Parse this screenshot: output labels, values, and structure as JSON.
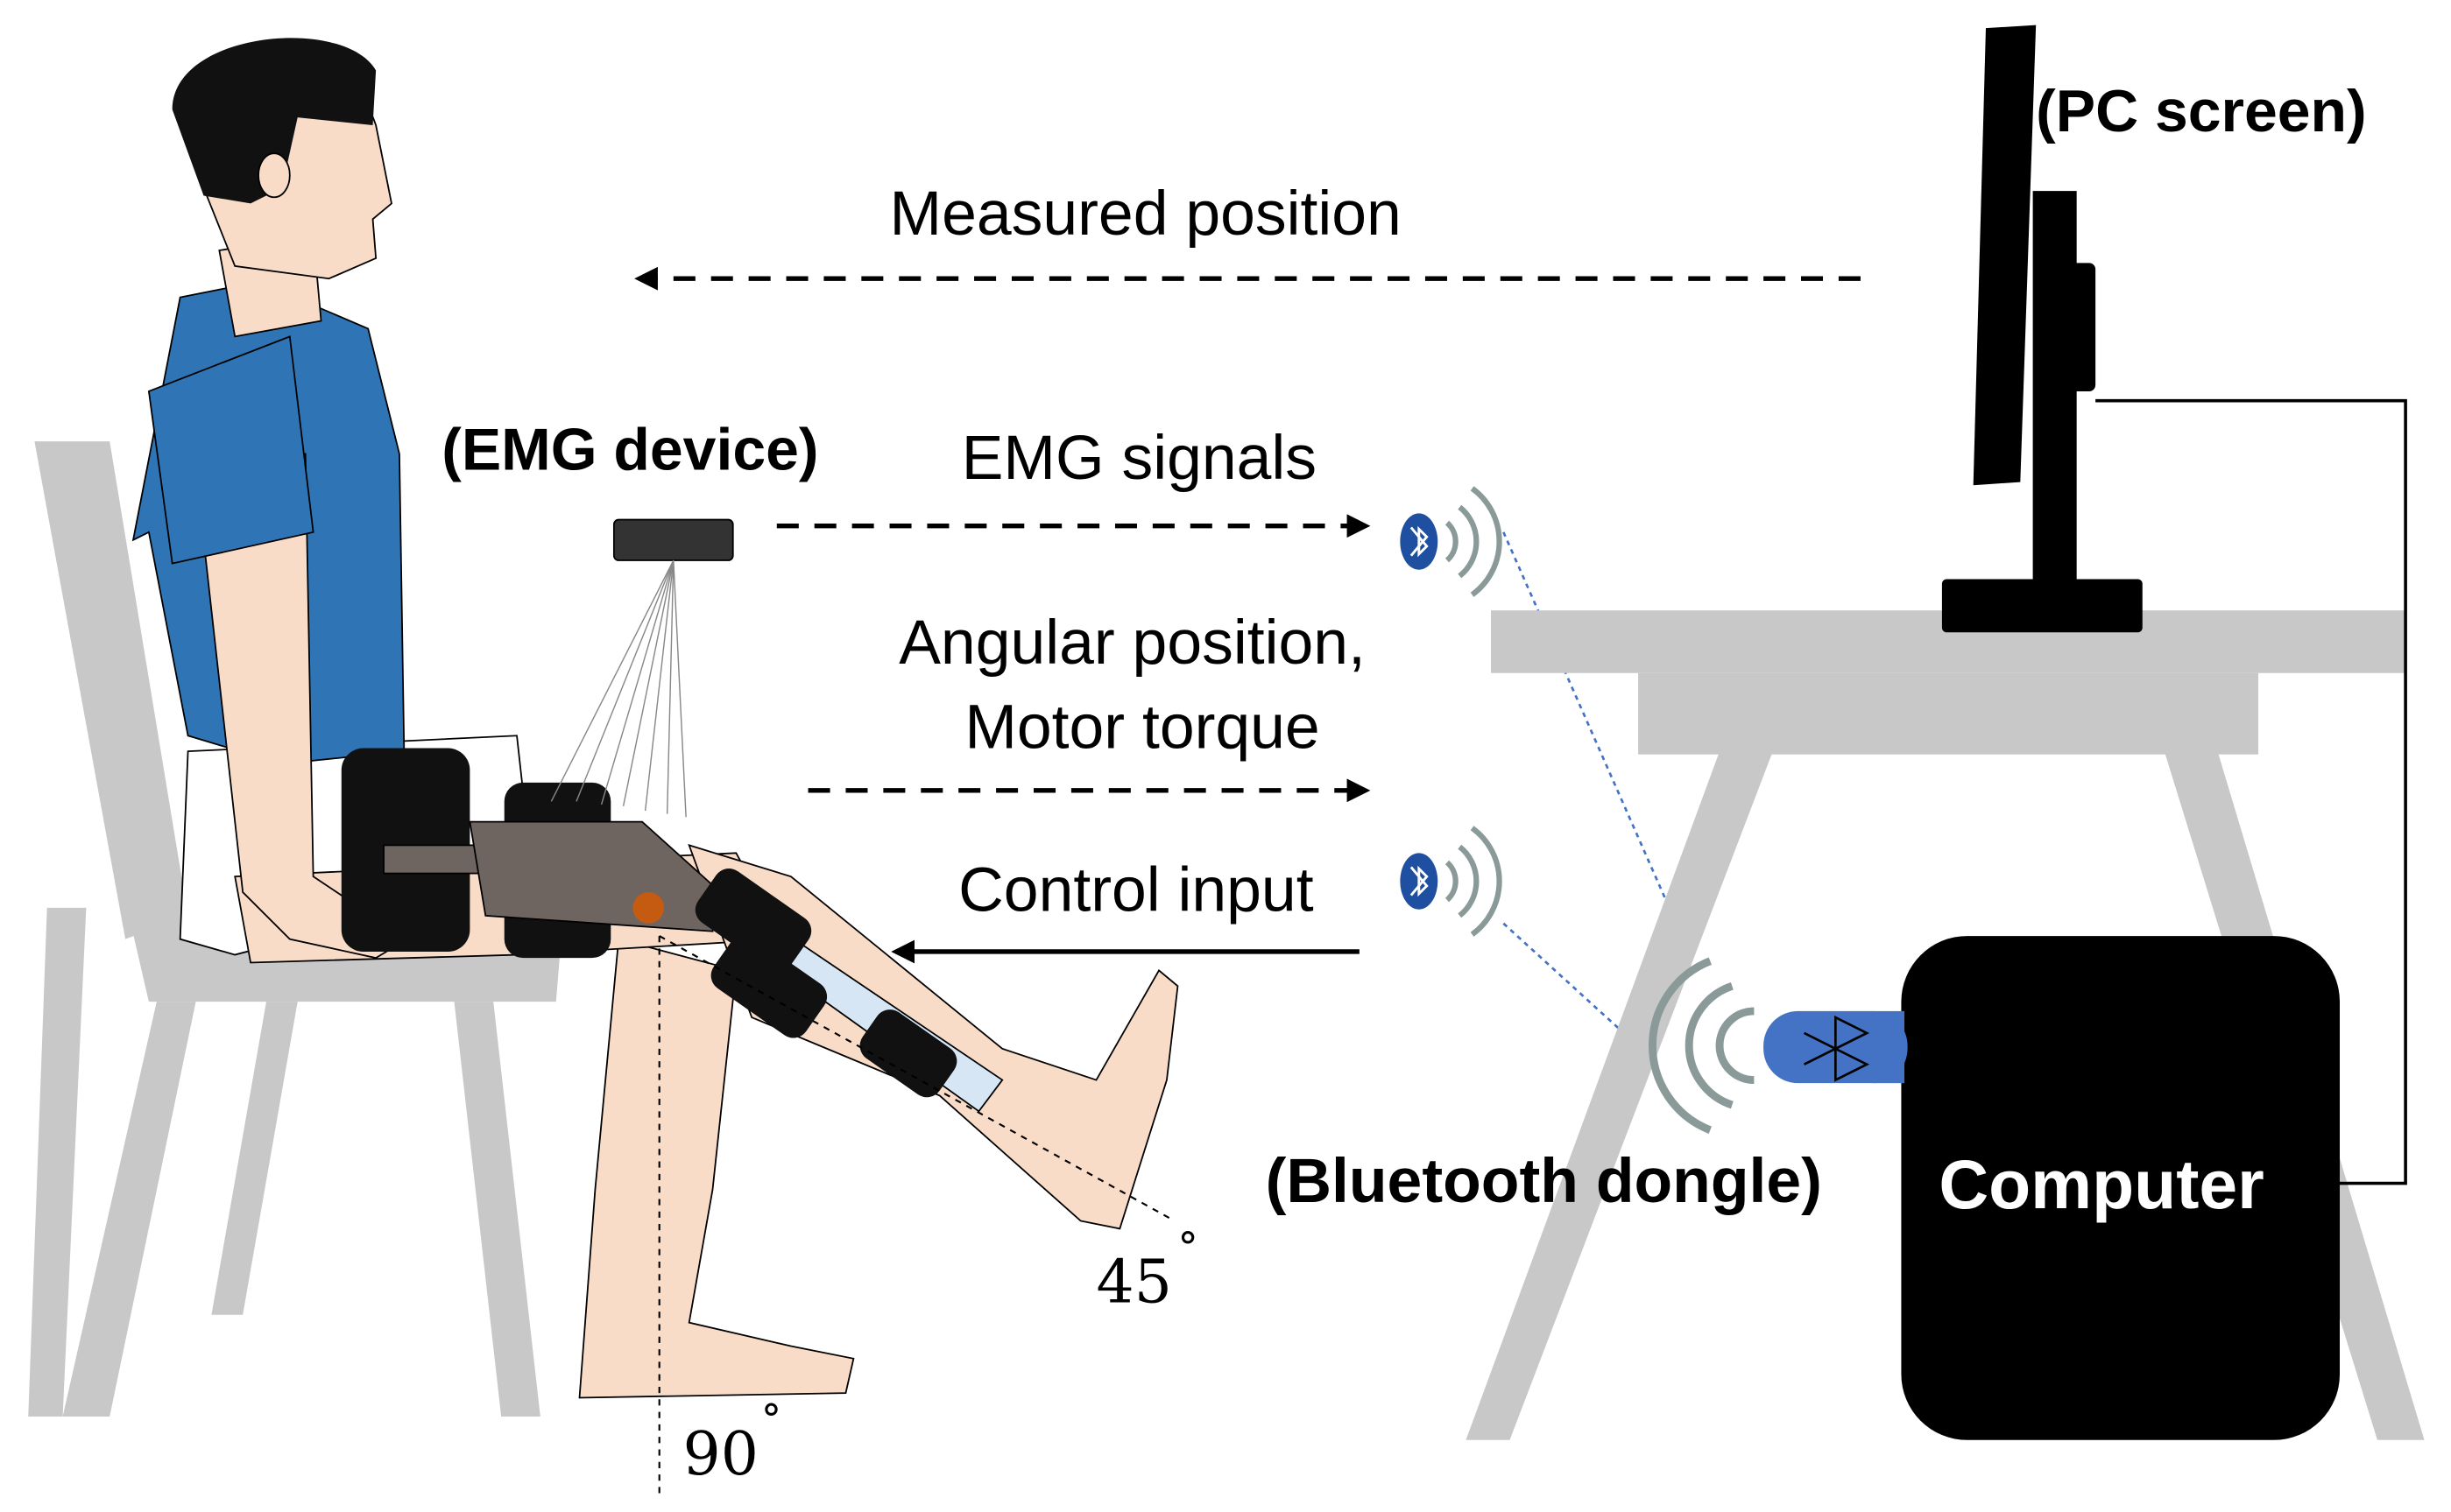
{
  "labels": {
    "pc_screen": "(PC screen)",
    "measured_position": "Measured position",
    "emg_device": "(EMG device)",
    "emg_signals": "EMG signals",
    "angular_position": "Angular position,",
    "motor_torque": "Motor torque",
    "control_input": "Control input",
    "bluetooth_dongle": "(Bluetooth dongle)",
    "computer": "Computer",
    "angle_45": "45",
    "angle_90": "90",
    "degree_mark": "°"
  },
  "colors": {
    "chair": "#c8c8c8",
    "desk": "#c8c8c8",
    "skin": "#f9dcc8",
    "shirt": "#2f75b5",
    "hair": "#111111",
    "brace": "#6e6560",
    "strap": "#111111",
    "bluetooth": "#1f4fa0",
    "dongle": "#4472c4",
    "signal_arc": "#8a9a98",
    "dotted_link": "#4472c4",
    "joint": "#c55a11"
  },
  "icons": {
    "bluetooth": "bluetooth-icon",
    "wireless": "wireless-signal-icon"
  }
}
